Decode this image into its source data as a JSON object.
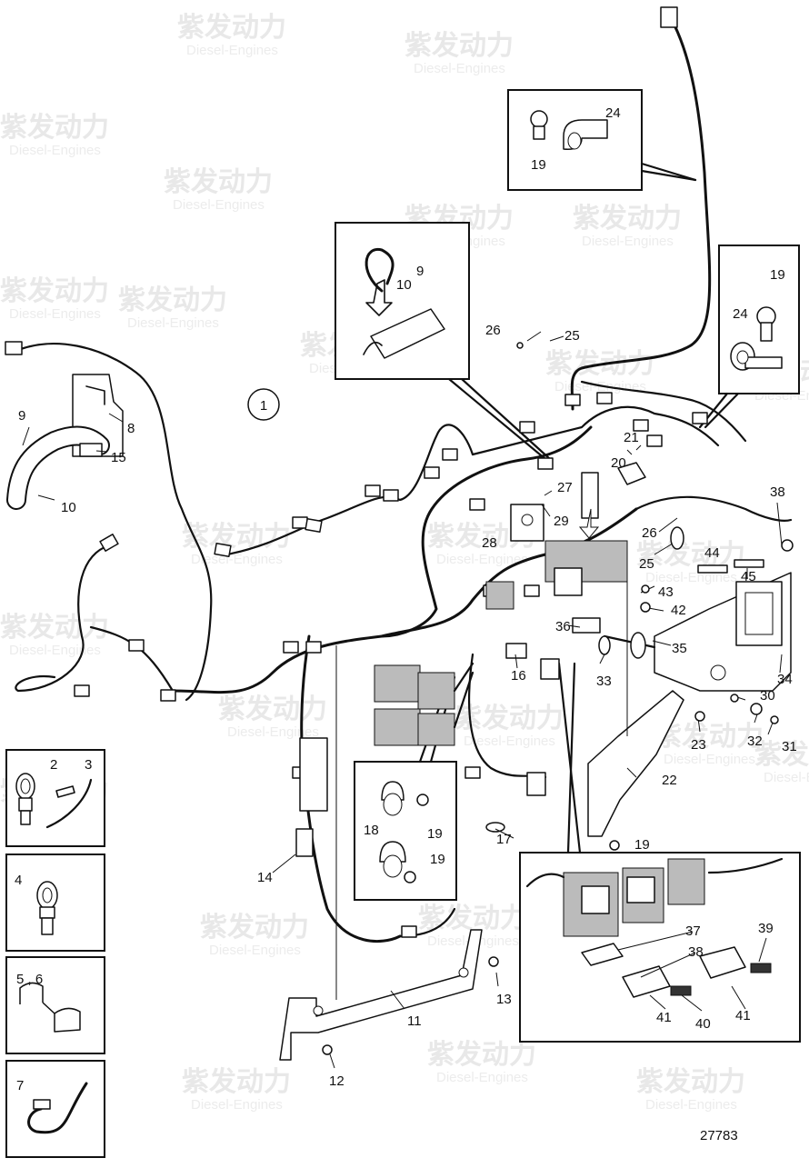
{
  "diagram_id": "27783",
  "assembly_callout": "1",
  "watermark": {
    "brand": "紫发动力",
    "sub": "Diesel-Engines"
  },
  "part_labels": [
    "2",
    "3",
    "4",
    "5 , 6",
    "7",
    "8",
    "9",
    "10",
    "11",
    "12",
    "13",
    "14",
    "15",
    "16",
    "17",
    "18",
    "19",
    "20",
    "21",
    "22",
    "23",
    "24",
    "25",
    "26",
    "27",
    "28",
    "29",
    "30",
    "31",
    "32",
    "33",
    "34",
    "35",
    "36",
    "37",
    "38",
    "39",
    "40",
    "41",
    "42",
    "43",
    "44",
    "45"
  ]
}
